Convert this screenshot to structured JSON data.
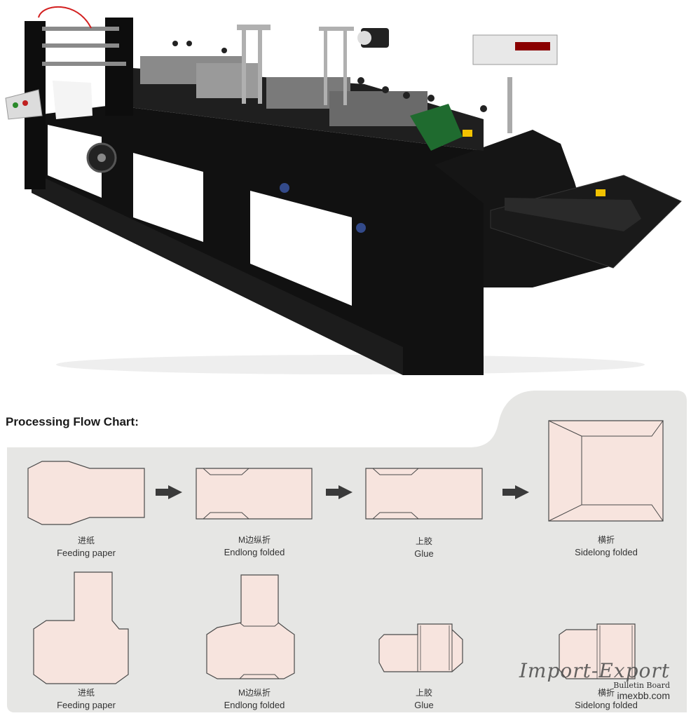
{
  "section_title": "Processing Flow Chart:",
  "row1": [
    {
      "zh": "进纸",
      "en": "Feeding paper"
    },
    {
      "zh": "M边纵折",
      "en": "Endlong folded"
    },
    {
      "zh": "上胶",
      "en": "Glue"
    },
    {
      "zh": "横折",
      "en": "Sidelong folded"
    }
  ],
  "row2": [
    {
      "zh": "进纸",
      "en": "Feeding paper"
    },
    {
      "zh": "M边纵折",
      "en": "Endlong folded"
    },
    {
      "zh": "上胶",
      "en": "Glue"
    },
    {
      "zh": "横折",
      "en": "Sidelong folded"
    }
  ],
  "watermark": {
    "main": "Import-Export",
    "sub": "Bulletin Board",
    "site": "imexbb.com"
  },
  "colors": {
    "panel_bg": "#e6e6e4",
    "paper_fill": "#f7e4de",
    "paper_stroke": "#4a4a4a",
    "machine_body": "#0e0e0e",
    "arrow": "#3a3a3a"
  }
}
